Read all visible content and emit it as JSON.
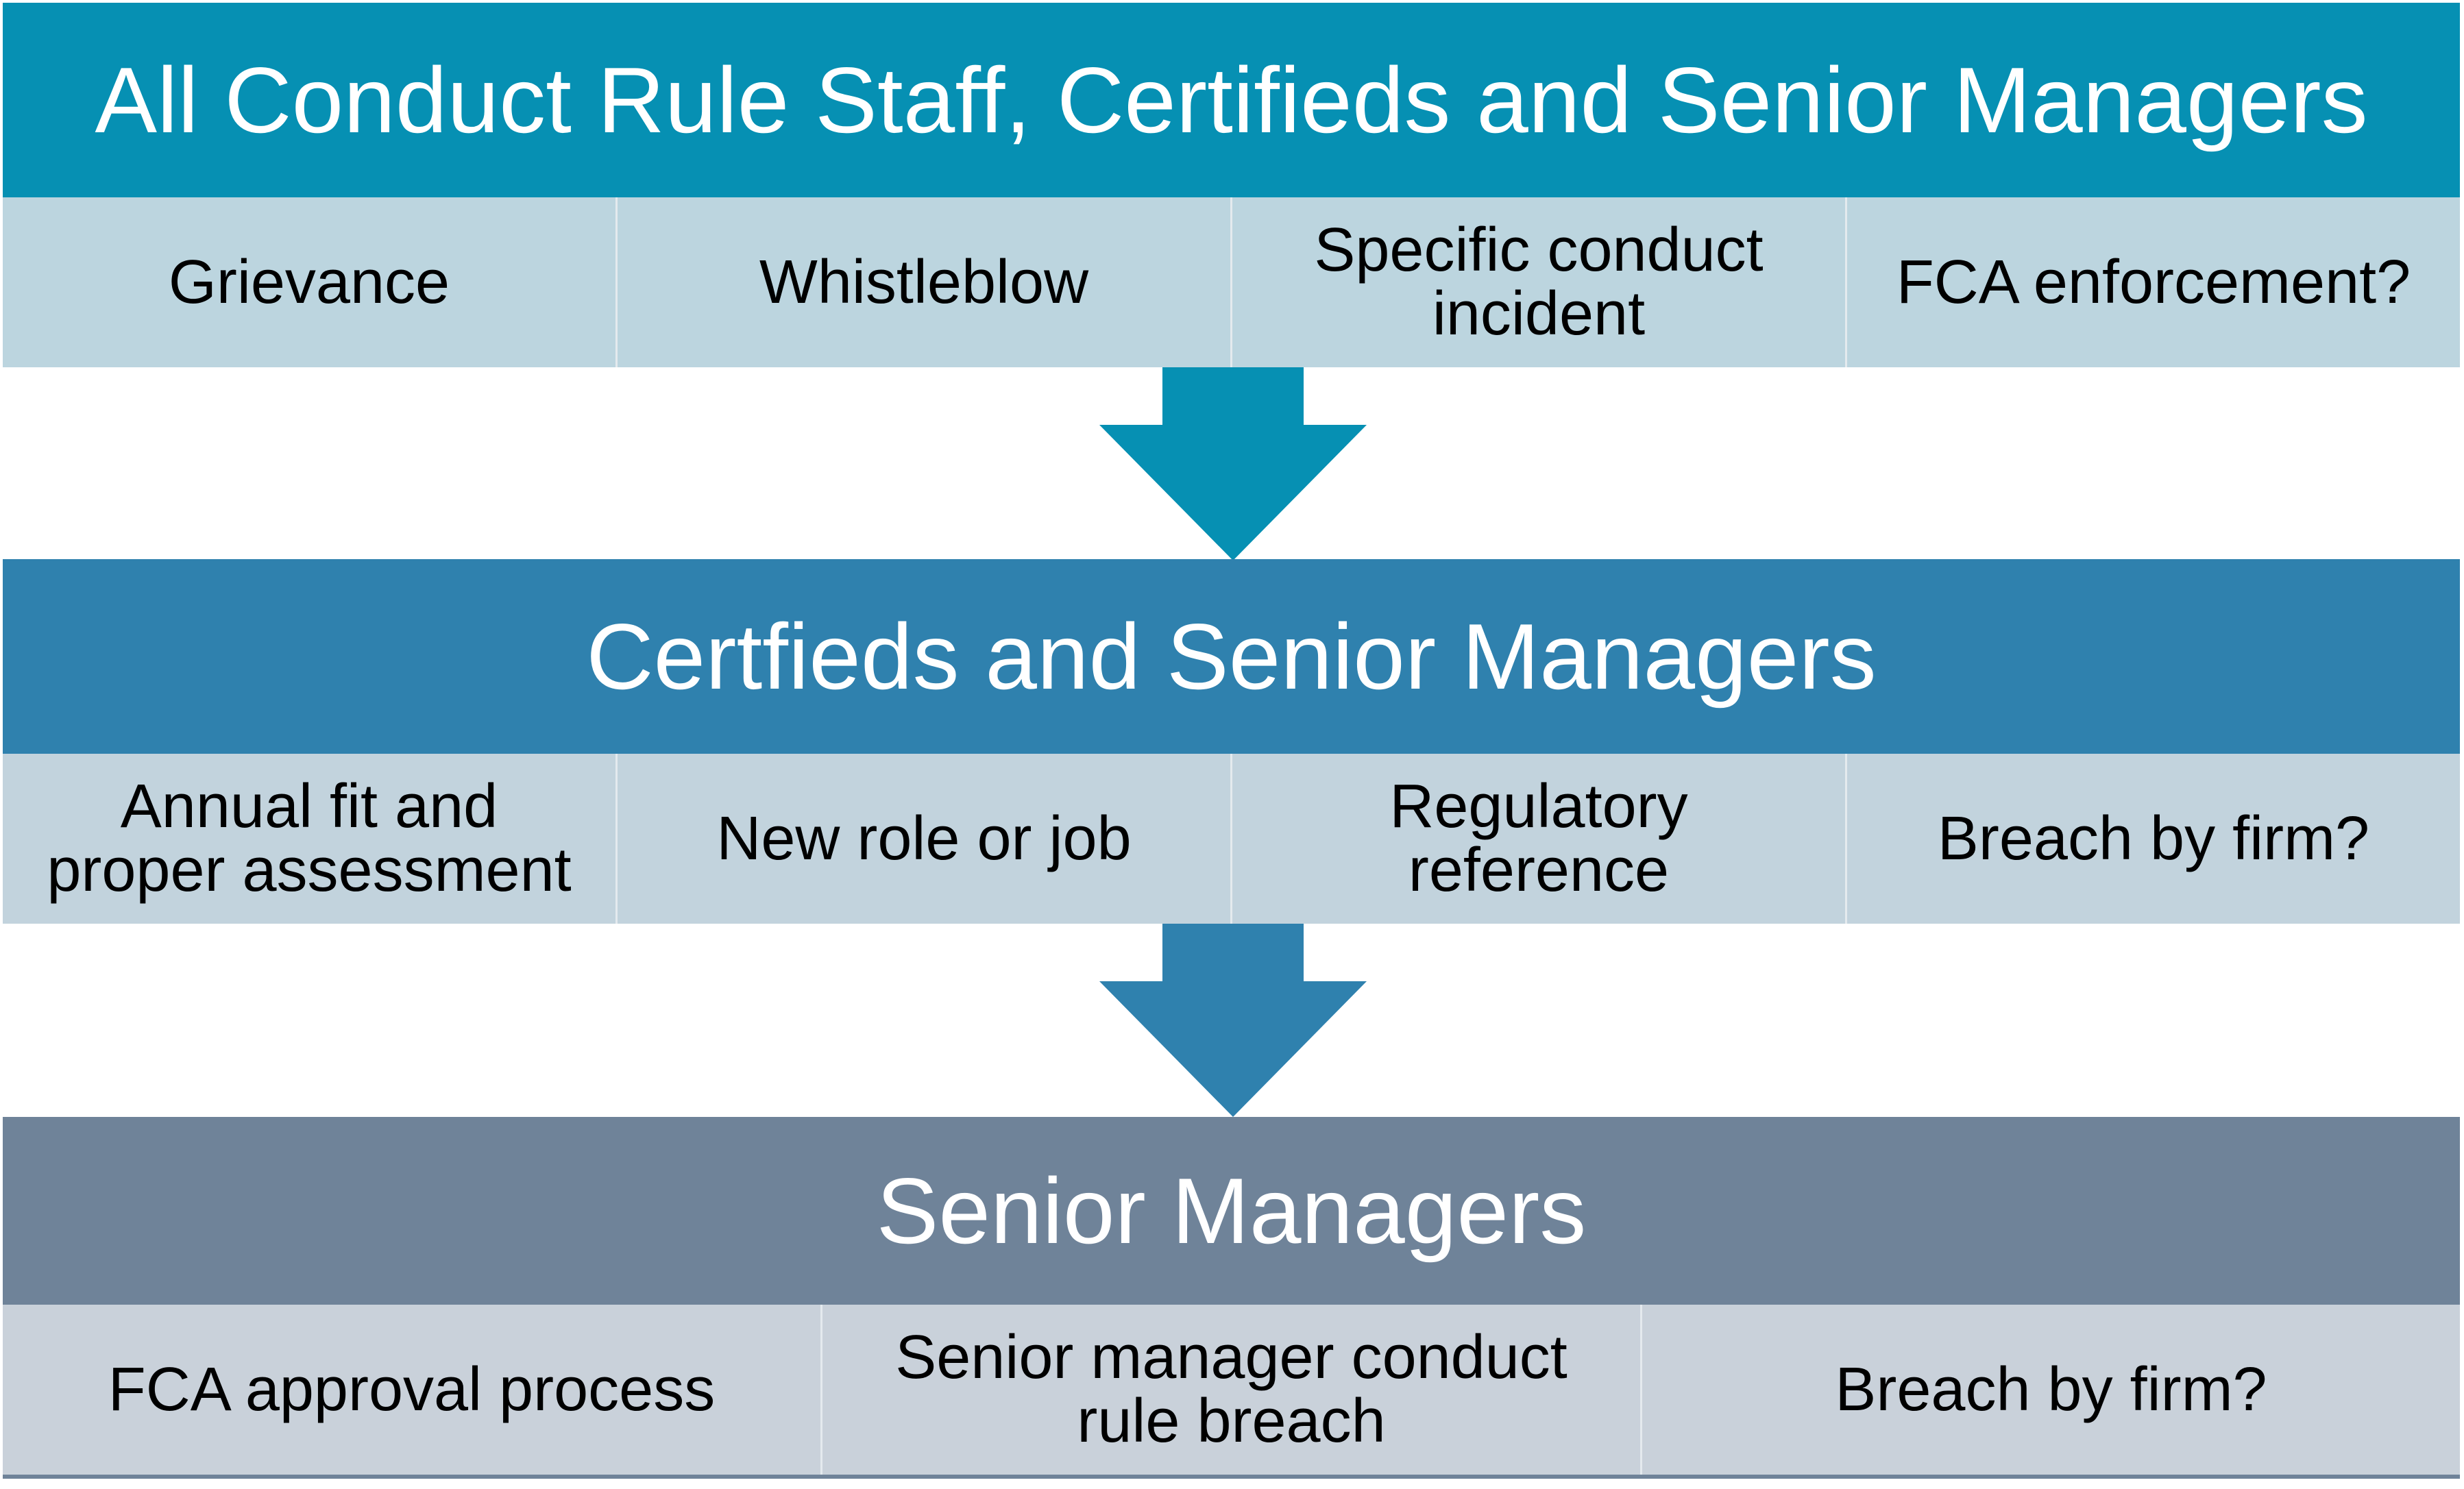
{
  "colors": {
    "tier1_header": "#0690b3",
    "tier1_cells": "#bcd5df",
    "tier2_header": "#2f81ae",
    "tier2_cells": "#c2d3dd",
    "tier3_header": "#6f8399",
    "tier3_cells": "#c9d1da"
  },
  "tiers": [
    {
      "title": "All Conduct Rule Staff, Certifieds and Senior Managers",
      "items": [
        "Grievance",
        "Whistleblow",
        "Specific conduct\nincident",
        "FCA enforcement?"
      ]
    },
    {
      "title": "Certfieds and Senior Managers",
      "items": [
        "Annual fit and\nproper assessment",
        "New role or job",
        "Regulatory\nreference",
        "Breach by firm?"
      ]
    },
    {
      "title": "Senior Managers",
      "items": [
        "FCA approval process",
        "Senior manager conduct\nrule breach",
        "Breach by firm?"
      ]
    }
  ]
}
